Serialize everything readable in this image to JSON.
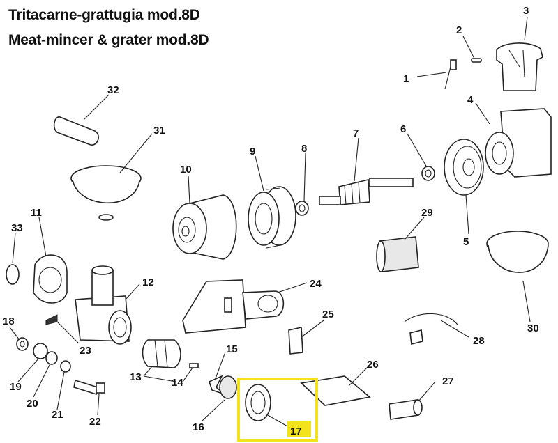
{
  "titles": {
    "italian": "Tritacarne-grattugia mod.8D",
    "english": "Meat-mincer & grater mod.8D"
  },
  "parts": [
    {
      "id": "1",
      "label": "1"
    },
    {
      "id": "2",
      "label": "2"
    },
    {
      "id": "3",
      "label": "3"
    },
    {
      "id": "4",
      "label": "4"
    },
    {
      "id": "5",
      "label": "5"
    },
    {
      "id": "6",
      "label": "6"
    },
    {
      "id": "7",
      "label": "7"
    },
    {
      "id": "8",
      "label": "8"
    },
    {
      "id": "9",
      "label": "9"
    },
    {
      "id": "10",
      "label": "10"
    },
    {
      "id": "11",
      "label": "11"
    },
    {
      "id": "12",
      "label": "12"
    },
    {
      "id": "13",
      "label": "13"
    },
    {
      "id": "14",
      "label": "14"
    },
    {
      "id": "15",
      "label": "15"
    },
    {
      "id": "16",
      "label": "16"
    },
    {
      "id": "17",
      "label": "17"
    },
    {
      "id": "18",
      "label": "18"
    },
    {
      "id": "19",
      "label": "19"
    },
    {
      "id": "20",
      "label": "20"
    },
    {
      "id": "21",
      "label": "21"
    },
    {
      "id": "22",
      "label": "22"
    },
    {
      "id": "23",
      "label": "23"
    },
    {
      "id": "24",
      "label": "24"
    },
    {
      "id": "25",
      "label": "25"
    },
    {
      "id": "26",
      "label": "26"
    },
    {
      "id": "27",
      "label": "27"
    },
    {
      "id": "28",
      "label": "28"
    },
    {
      "id": "29",
      "label": "29"
    },
    {
      "id": "30",
      "label": "30"
    },
    {
      "id": "31",
      "label": "31"
    },
    {
      "id": "32",
      "label": "32"
    },
    {
      "id": "33",
      "label": "33"
    }
  ],
  "highlight": {
    "part": "17",
    "box_color": "#f2e31b",
    "label_bg_color": "#f2e31b"
  }
}
